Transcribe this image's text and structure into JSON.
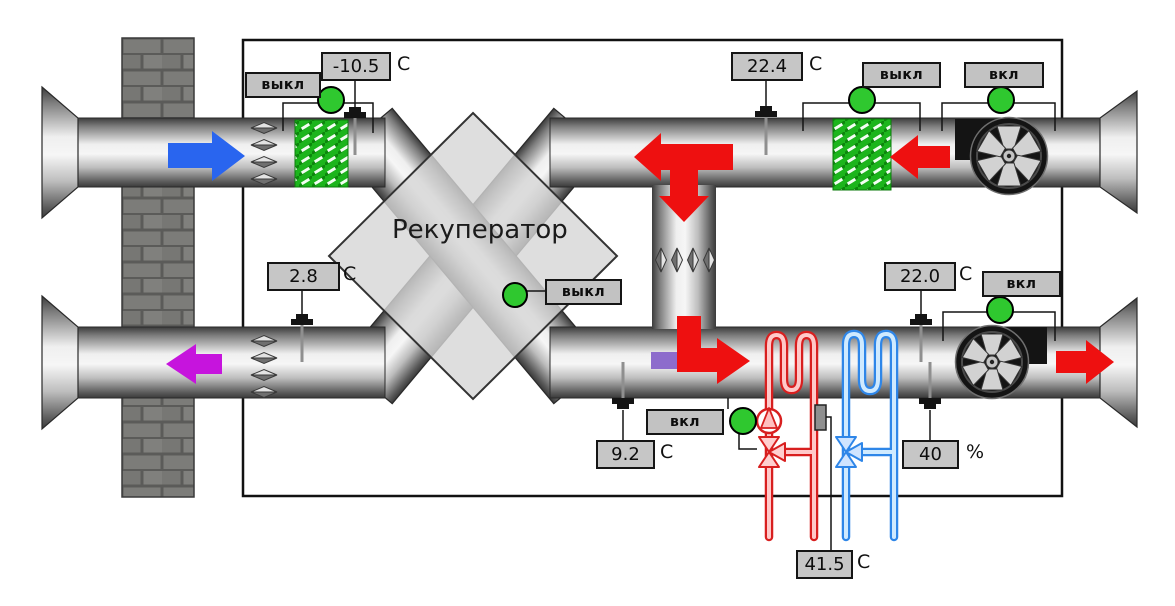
{
  "title": {
    "recuperator": "Рекуператор"
  },
  "readouts": {
    "outdoor_temp": {
      "value": "-10.5",
      "unit": "C"
    },
    "extract_temp": {
      "value": "22.4",
      "unit": "C"
    },
    "exhaust_temp": {
      "value": "2.8",
      "unit": "C"
    },
    "mixed_temp": {
      "value": "9.2",
      "unit": "C"
    },
    "supply_temp": {
      "value": "22.0",
      "unit": "C"
    },
    "valve_position": {
      "value": "40",
      "unit": "%"
    },
    "heater_water_temp": {
      "value": "41.5",
      "unit": "C"
    }
  },
  "statuses": {
    "intake_damper": "выкл",
    "extract_filter": "выкл",
    "extract_fan": "вкл",
    "recuperator": "выкл",
    "heater_pump": "вкл",
    "supply_fan": "вкл"
  },
  "colors": {
    "status_on_green": "#2fc82f",
    "flow_red": "#ee1010",
    "intake_blue": "#2965ef",
    "exhaust_magenta": "#c614dd",
    "recirc_purple": "#8d6ccc",
    "heater_red": "#d81f1f",
    "cooler_blue": "#2e86e8",
    "filter_green": "#1cb51c",
    "display_gray": "#c6c6c6"
  }
}
